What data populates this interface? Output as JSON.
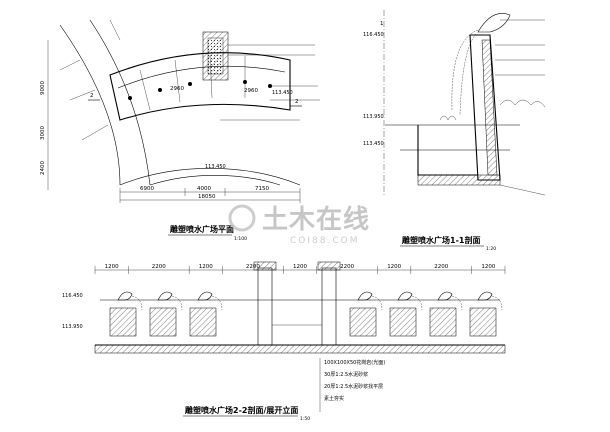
{
  "plan_view": {
    "title": "雕塑喷水广场平面",
    "scale": "1:100",
    "section_marks": [
      "2",
      "2"
    ],
    "dims_bottom": [
      "6900",
      "4000",
      "7150"
    ],
    "dims_total": "18050",
    "dims_left": [
      "9000",
      "3000",
      "2400"
    ],
    "dims_top": [
      "2960",
      "2960"
    ],
    "elevations": [
      "113.450",
      "113.450"
    ]
  },
  "section_1_1": {
    "title": "雕塑喷水广场1-1剖面",
    "scale": "1:20",
    "elevations": [
      "116.450",
      "113.950",
      "113.450"
    ],
    "mark": "1"
  },
  "section_2_2": {
    "title": "雕塑喷水广场2-2剖面/展开立面",
    "scale": "1:50",
    "dims_top": [
      "1200",
      "2200",
      "1200",
      "2200",
      "1200",
      "2200",
      "1200",
      "2200",
      "1200"
    ],
    "elevations": [
      "116.450",
      "113.950"
    ],
    "legend": [
      "100X100X50花岗岩(光面)",
      "30厚1:2.5水泥砂浆",
      "20厚1:2.5水泥砂浆找平层",
      "素土夯实"
    ]
  },
  "watermark": {
    "main": "土木在线",
    "sub": "COI88.COM"
  }
}
